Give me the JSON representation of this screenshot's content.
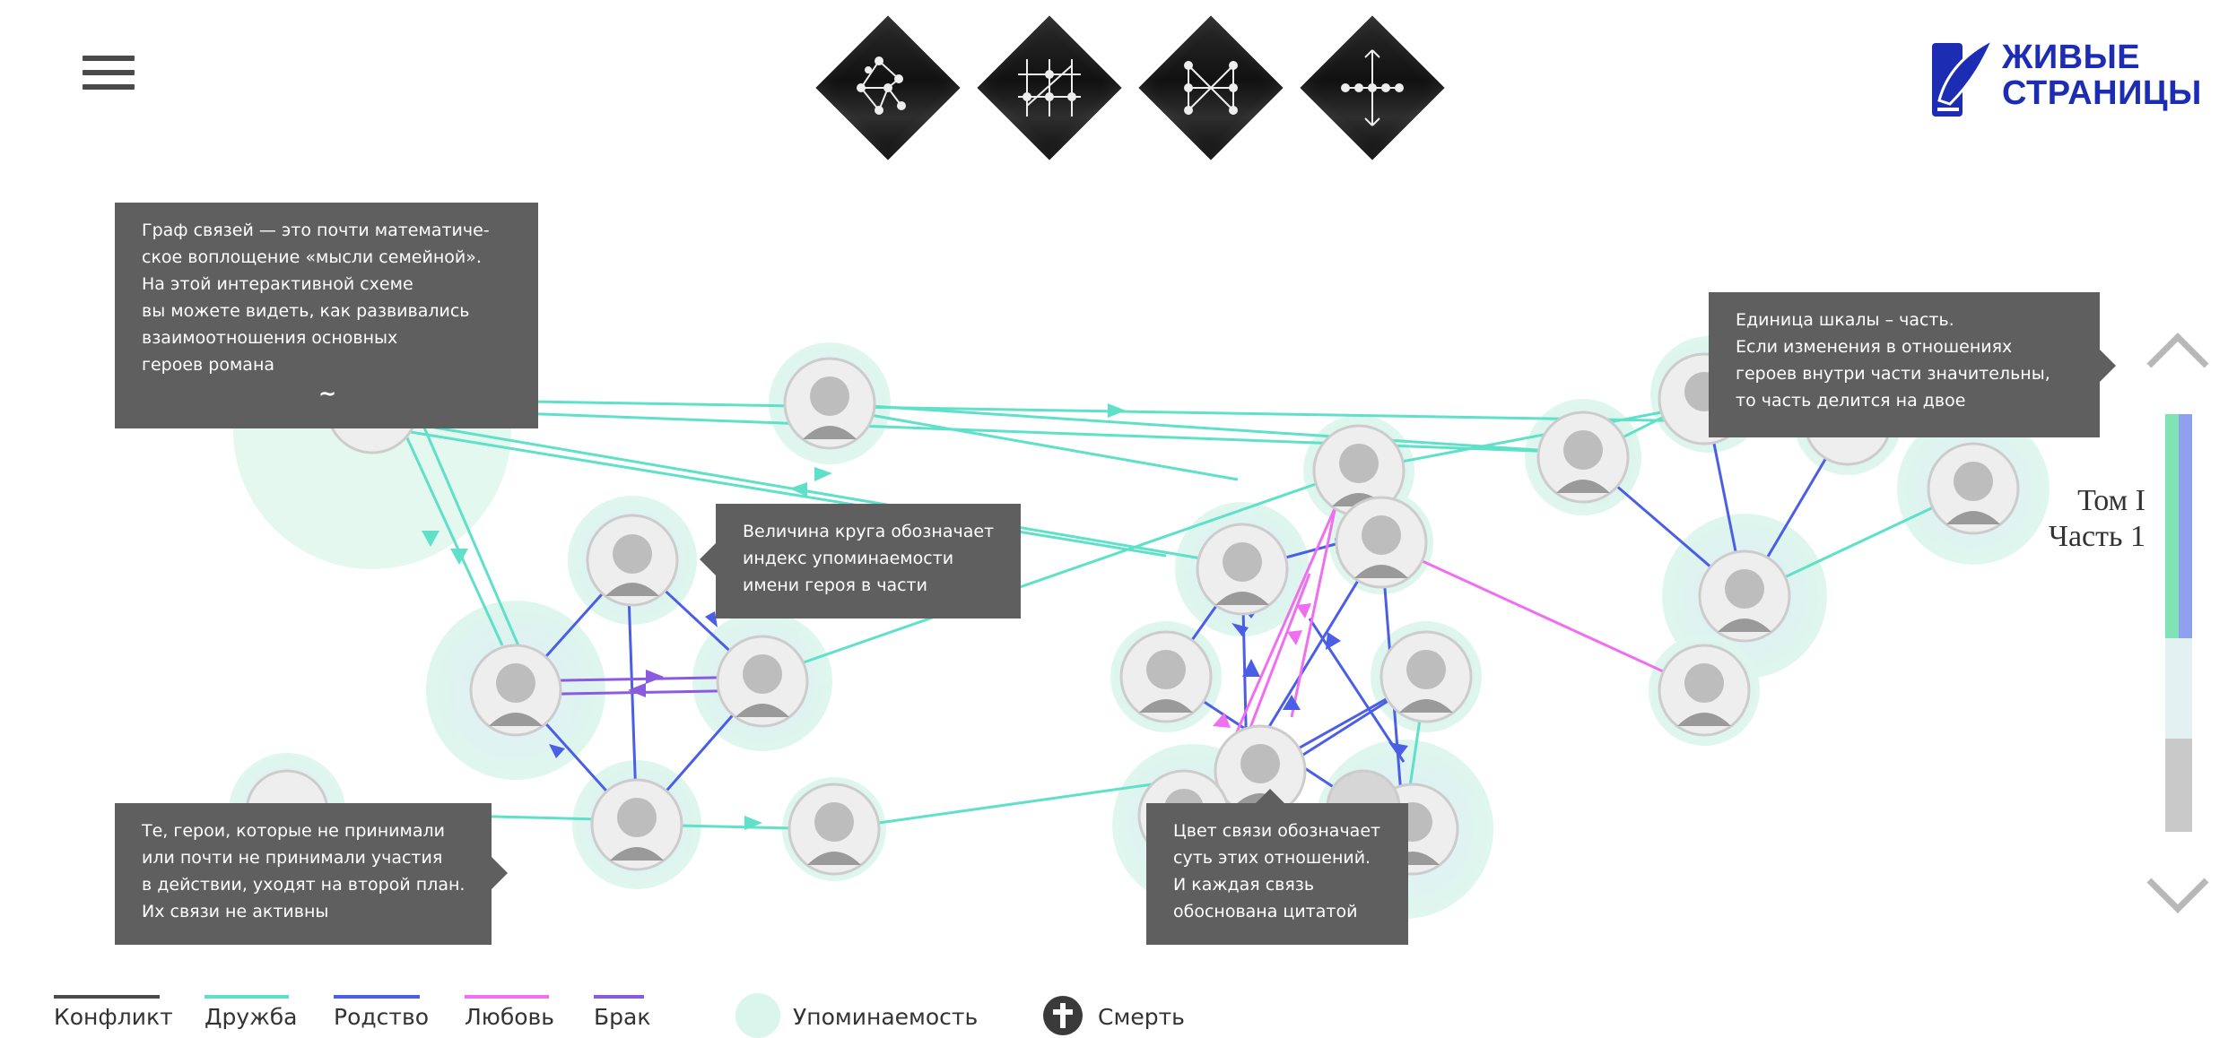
{
  "header": {
    "menu_icon": "hamburger-menu-icon",
    "view_modes": [
      {
        "name": "graph-view-icon"
      },
      {
        "name": "grid-view-icon"
      },
      {
        "name": "timeline-view-icon"
      },
      {
        "name": "hierarchy-view-icon"
      }
    ],
    "logo": {
      "line1": "ЖИВЫЕ",
      "line2": "СТРАНИЦЫ",
      "color": "#1c2db4"
    }
  },
  "tooltips": {
    "graph_intro": {
      "lines": [
        "Граф связей — это почти математиче-",
        "ское воплощение «мысли семейной».",
        "На этой интерактивной схеме",
        "вы можете видеть, как развивались",
        "взаимоотношения основных",
        "героев романа"
      ],
      "close": "~"
    },
    "circle_size": {
      "lines": [
        "Величина круга обозначает",
        "индекс упоминаемости",
        "имени героя в части"
      ]
    },
    "scale_unit": {
      "lines": [
        "Единица шкалы – часть.",
        "Если изменения в отношениях",
        "героев внутри части значительны,",
        "то часть делится на двое"
      ]
    },
    "inactive": {
      "lines": [
        "Те, герои, которые не принимали",
        "или почти не принимали участия",
        "в действии, уходят на второй план.",
        "Их связи не активны"
      ]
    },
    "link_color": {
      "lines": [
        "Цвет связи обозначает",
        "суть этих отношений.",
        "И каждая связь",
        "обоснована цитатой"
      ]
    }
  },
  "scale": {
    "volume": "Том I",
    "part": "Часть 1"
  },
  "legend": {
    "conflict": {
      "label": "Конфликт",
      "color": "#4a4a4a"
    },
    "friendship": {
      "label": "Дружба",
      "color": "#5fe0c8"
    },
    "kinship": {
      "label": "Родство",
      "color": "#4a5ee6"
    },
    "love": {
      "label": "Любовь",
      "color": "#f06ef0"
    },
    "marriage": {
      "label": "Брак",
      "color": "#8a5ae0"
    },
    "mentions": {
      "label": "Упоминаемость",
      "color": "#d9f5ec"
    },
    "death": {
      "label": "Смерть",
      "icon": "cross-icon"
    }
  }
}
